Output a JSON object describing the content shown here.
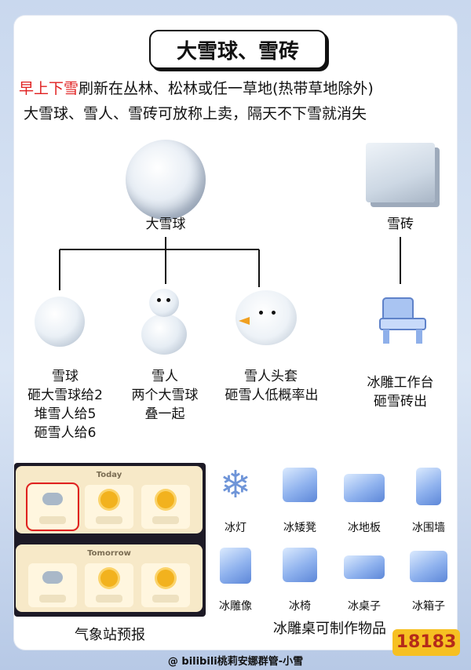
{
  "title": "大雪球、雪砖",
  "intro": {
    "highlight": "早上下雪",
    "line1_rest": "刷新在丛林、松林或任一草地(热带草地除外)",
    "line2": "大雪球、雪人、雪砖可放称上卖，隔天不下雪就消失"
  },
  "tree": {
    "big_snowball_label": "大雪球",
    "snow_brick_label": "雪砖",
    "children": [
      {
        "name": "雪球",
        "lines": [
          "砸大雪球给2",
          "堆雪人给5",
          "砸雪人给6"
        ]
      },
      {
        "name": "雪人",
        "lines": [
          "两个大雪球",
          "叠一起"
        ]
      },
      {
        "name": "雪人头套",
        "lines": [
          "砸雪人低概率出"
        ]
      }
    ],
    "workbench": {
      "name": "冰雕工作台",
      "line": "砸雪砖出"
    }
  },
  "weather": {
    "today_label": "Today",
    "tomorrow_label": "Tomorrow",
    "caption": "气象站预报"
  },
  "crafts": {
    "items": [
      "冰灯",
      "冰矮凳",
      "冰地板",
      "冰围墙",
      "冰雕像",
      "冰椅",
      "冰桌子",
      "冰箱子"
    ],
    "caption": "冰雕桌可制作物品"
  },
  "footer": "@ bilibili桃莉安娜群管-小雪",
  "brand": "18183"
}
